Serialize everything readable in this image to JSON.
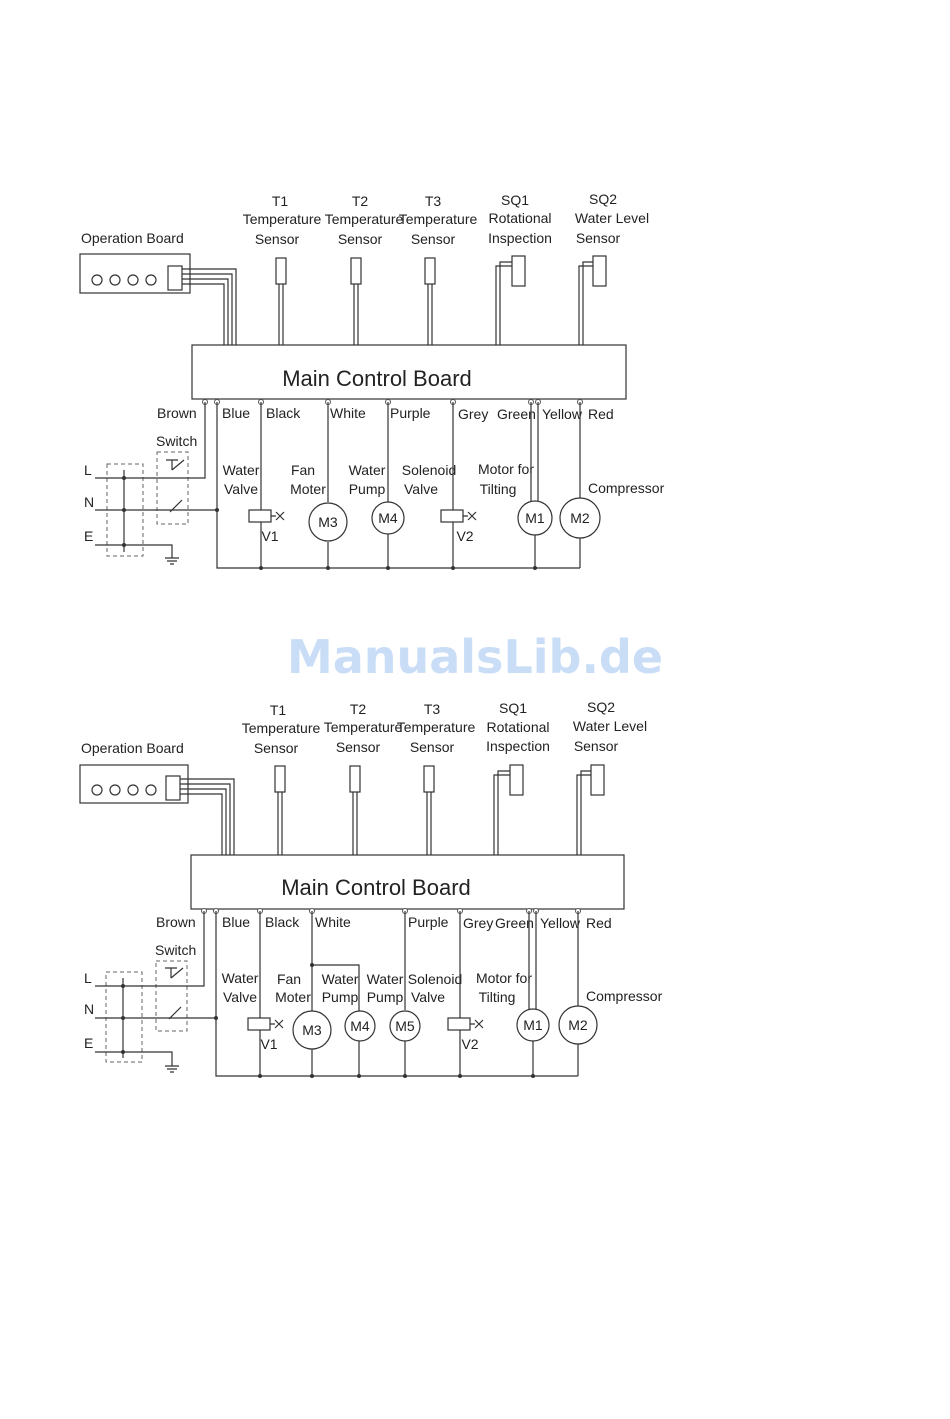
{
  "watermark": "ManualsLib.de",
  "colors": {
    "line": "#333333",
    "watermark": "#c9ddf7"
  },
  "diagram1": {
    "operation_board": "Operation Board",
    "main_board": "Main Control Board",
    "sensors": [
      {
        "id": "T1",
        "l1": "Temperature",
        "l2": "Sensor"
      },
      {
        "id": "T2",
        "l1": "Temperature",
        "l2": "Sensor"
      },
      {
        "id": "T3",
        "l1": "Temperature",
        "l2": "Sensor"
      },
      {
        "id": "SQ1",
        "l1": "Rotational",
        "l2": "Inspection"
      },
      {
        "id": "SQ2",
        "l1": "Water Level",
        "l2": "Sensor"
      }
    ],
    "wires": [
      "Brown",
      "Blue",
      "Black",
      "White",
      "Purple",
      "Grey",
      "Green",
      "Yellow",
      "Red"
    ],
    "switch": "Switch",
    "lines": [
      "L",
      "N",
      "E"
    ],
    "components": {
      "water_valve": [
        "Water",
        "Valve"
      ],
      "fan_motor": [
        "Fan",
        "Moter"
      ],
      "water_pump": [
        "Water",
        "Pump"
      ],
      "solenoid_valve": [
        "Solenoid",
        "Valve"
      ],
      "motor_tilting": [
        "Motor for",
        "Tilting"
      ],
      "compressor": "Compressor",
      "v1": "V1",
      "v2": "V2",
      "m1": "M1",
      "m2": "M2",
      "m3": "M3",
      "m4": "M4"
    }
  },
  "diagram2": {
    "operation_board": "Operation Board",
    "main_board": "Main Control Board",
    "sensors": [
      {
        "id": "T1",
        "l1": "Temperature",
        "l2": "Sensor"
      },
      {
        "id": "T2",
        "l1": "Temperature",
        "l2": "Sensor"
      },
      {
        "id": "T3",
        "l1": "Temperature",
        "l2": "Sensor"
      },
      {
        "id": "SQ1",
        "l1": "Rotational",
        "l2": "Inspection"
      },
      {
        "id": "SQ2",
        "l1": "Water Level",
        "l2": "Sensor"
      }
    ],
    "wires": [
      "Brown",
      "Blue",
      "Black",
      "White",
      "Purple",
      "Grey",
      "Green",
      "Yellow",
      "Red"
    ],
    "switch": "Switch",
    "lines": [
      "L",
      "N",
      "E"
    ],
    "components": {
      "water_valve": [
        "Water",
        "Valve"
      ],
      "fan_motor": [
        "Fan",
        "Moter"
      ],
      "water_pump_a": [
        "Water",
        "Pump"
      ],
      "water_pump_b": [
        "Water",
        "Pump"
      ],
      "solenoid_valve": [
        "Solenoid",
        "Valve"
      ],
      "motor_tilting": [
        "Motor for",
        "Tilting"
      ],
      "compressor": "Compressor",
      "v1": "V1",
      "v2": "V2",
      "m1": "M1",
      "m2": "M2",
      "m3": "M3",
      "m4": "M4",
      "m5": "M5"
    }
  }
}
